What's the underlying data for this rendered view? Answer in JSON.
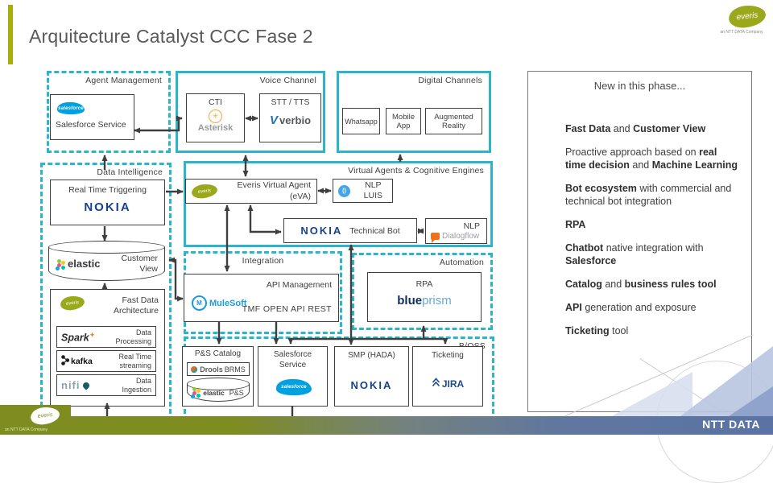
{
  "slide": {
    "title": "Arquitecture Catalyst CCC Fase 2"
  },
  "branding": {
    "everis_logo": "everis",
    "everis_tagline": "an NTT DATA Company",
    "footer_logo": "NTT DATA"
  },
  "icons": {
    "asterisk_glyph": "✳",
    "luis_glyph": "()",
    "mulesoft_glyph": "M",
    "spark_star": "✦",
    "check": "✓"
  },
  "agent_management": {
    "label": "Agent Management",
    "salesforce_service": "Salesforce Service",
    "salesforce_logo": "salesforce"
  },
  "voice_channel": {
    "label": "Voice Channel",
    "cti_label": "CTI",
    "asterisk_logo": "Asterisk",
    "stt_label": "STT / TTS",
    "verbio_logo": "verbio"
  },
  "digital_channels": {
    "label": "Digital Channels",
    "whatsapp": "Whatsapp",
    "mobile_app": "Mobile\nApp",
    "augmented_reality": "Augmented\nReality"
  },
  "data_intelligence": {
    "label": "Data Intelligence",
    "rtt_label": "Real Time Triggering",
    "nokia_logo": "NOKIA",
    "elastic_logo": "elastic",
    "customer_view": "Customer\nView",
    "everis_logo": "everis",
    "fast_data_label": "Fast Data\nArchitecture",
    "spark_logo": "Spark",
    "data_processing": "Data\nProcessing",
    "kafka_logo": "kafka",
    "real_time_streaming": "Real Time\nstreaming",
    "nifi_logo": "nifi",
    "data_ingestion": "Data\nIngestion"
  },
  "virtual_agents": {
    "label": "Virtual Agents & Cognitive Engines",
    "everis_logo": "everis",
    "eva_label": "Everis Virtual Agent\n(eVA)",
    "luis_label": "NLP\nLUIS",
    "tbot_nokia": "NOKIA",
    "tbot_label": "Technical Bot",
    "dialogflow_nlp": "NLP",
    "dialogflow_logo": "Dialogflow"
  },
  "integration": {
    "label": "Integration",
    "api_label": "API Management",
    "mulesoft_logo": "MuleSoft",
    "tmf_label": "TMF OPEN API REST"
  },
  "automation": {
    "label": "Automation",
    "rpa_label": "RPA",
    "blueprism_blue": "blue",
    "blueprism_prism": "prism"
  },
  "boss": {
    "label": "B/OSS",
    "ps_catalog": "P&S Catalog",
    "drools_logo": "Drools",
    "brms": "BRMS",
    "elastic_logo": "elastic",
    "ps": "P&S",
    "salesforce_service": "Salesforce\nService",
    "salesforce_logo": "salesforce",
    "smp": "SMP (HADA)",
    "nokia_logo": "NOKIA",
    "ticketing": "Ticketing",
    "jira_logo": "JIRA"
  },
  "panel": {
    "title": "New in this phase...",
    "bullets": [
      {
        "segments": [
          {
            "t": "Fast Data",
            "b": true
          },
          {
            "t": " and ",
            "b": false
          },
          {
            "t": "Customer View",
            "b": true
          }
        ]
      },
      {
        "segments": [
          {
            "t": "Proactive approach based on ",
            "b": false
          },
          {
            "t": "real time decision",
            "b": true
          },
          {
            "t": " and ",
            "b": false
          },
          {
            "t": "Machine Learning",
            "b": true
          }
        ]
      },
      {
        "segments": [
          {
            "t": "Bot ecosystem",
            "b": true
          },
          {
            "t": " with commercial and technical bot integration",
            "b": false
          }
        ]
      },
      {
        "segments": [
          {
            "t": "RPA",
            "b": true
          }
        ]
      },
      {
        "segments": [
          {
            "t": "Chatbot",
            "b": true
          },
          {
            "t": " native integration with ",
            "b": false
          },
          {
            "t": "Salesforce",
            "b": true
          }
        ]
      },
      {
        "segments": [
          {
            "t": "Catalog",
            "b": true
          },
          {
            "t": " and ",
            "b": false
          },
          {
            "t": "business rules tool",
            "b": true
          }
        ]
      },
      {
        "segments": [
          {
            "t": "API",
            "b": true
          },
          {
            "t": " generation and exposure",
            "b": false
          }
        ]
      },
      {
        "segments": [
          {
            "t": "Ticketing",
            "b": true
          },
          {
            "t": " tool",
            "b": false
          }
        ]
      }
    ]
  },
  "colors": {
    "accent_teal": "#2cb5c8",
    "olive_green": "#7f8c1f",
    "steel_blue": "#5a73a4",
    "nokia_blue": "#15418f",
    "arrow_gray": "#3f3f3f"
  }
}
